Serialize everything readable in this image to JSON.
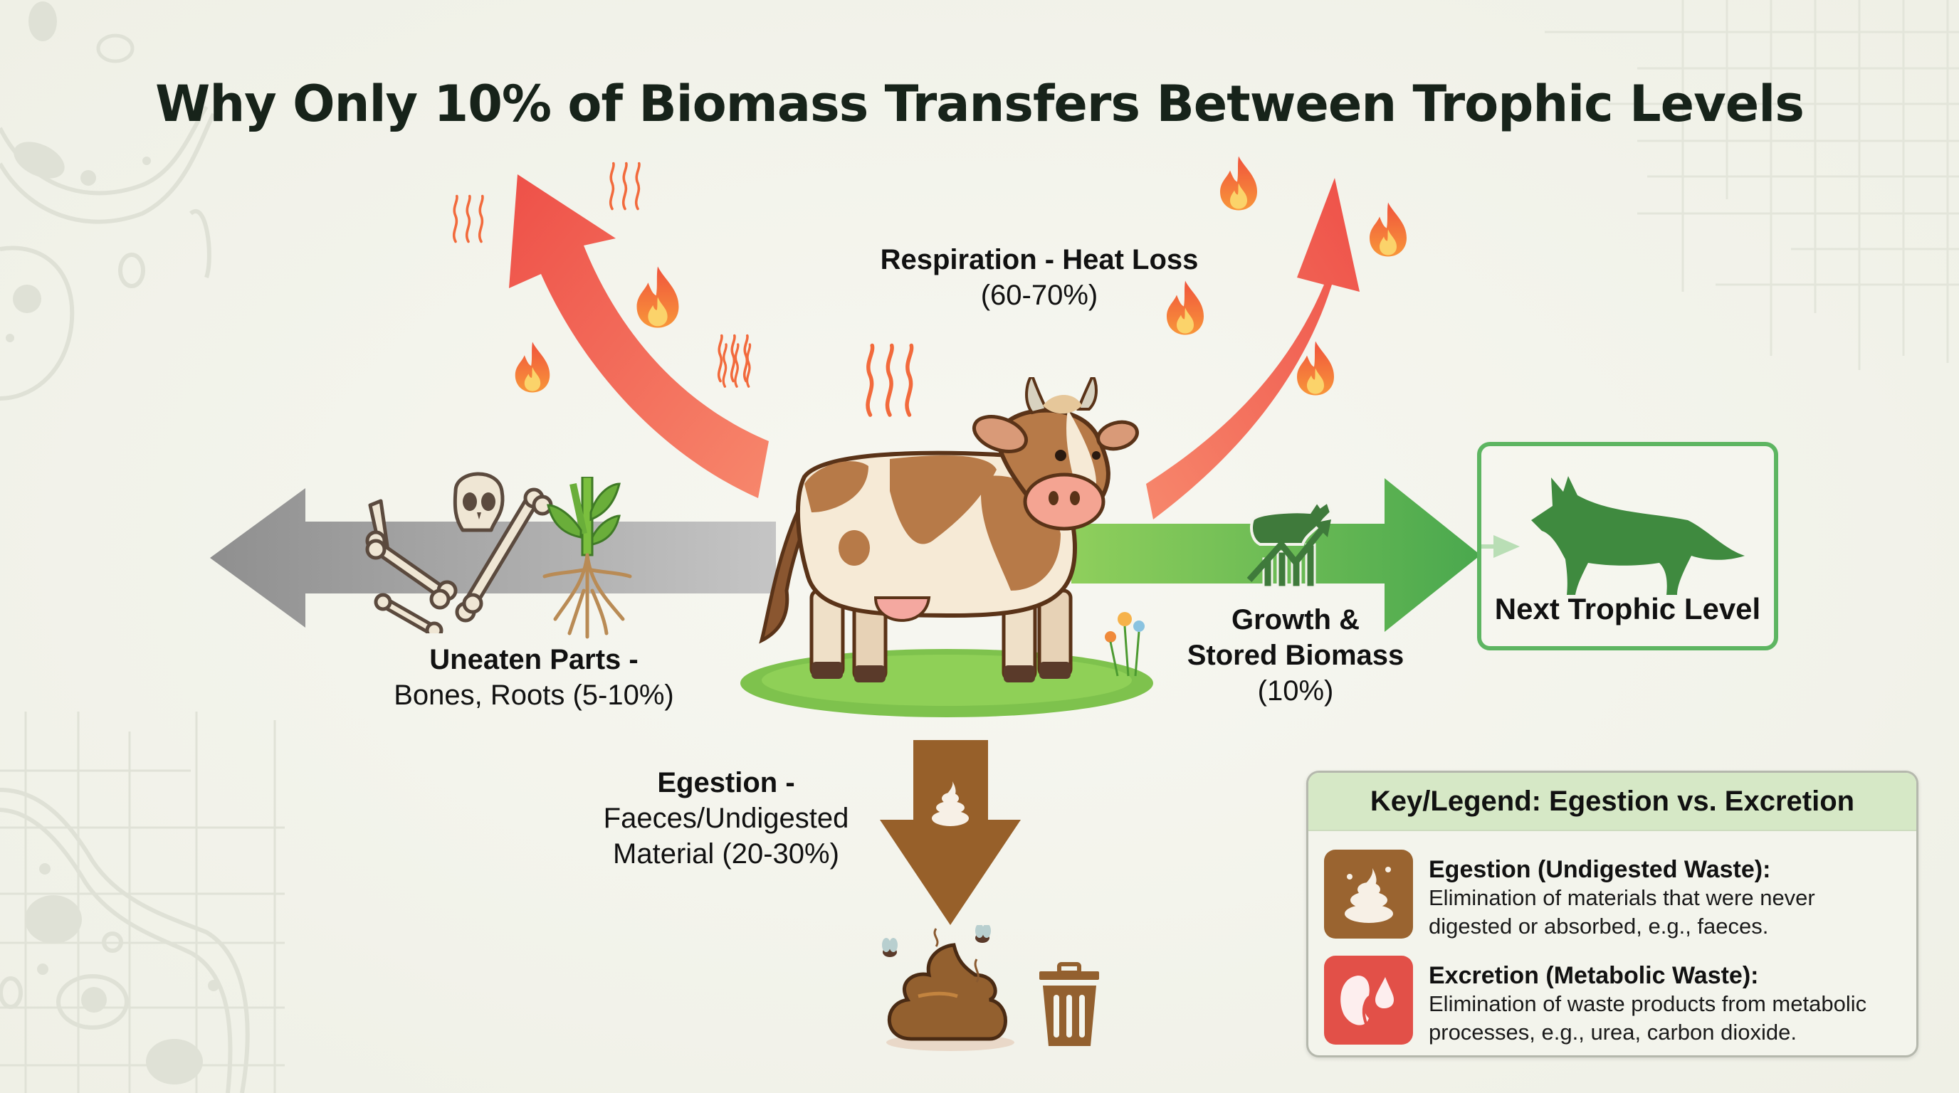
{
  "title": "Why Only 10% of Biomass Transfers Between Trophic Levels",
  "colors": {
    "background": "#f4f4ec",
    "respiration_arrow": "#ee5a50",
    "uneaten_arrow": "#9c9c9c",
    "growth_arrow": "#5cb85c",
    "egestion_arrow": "#97602a",
    "next_level_border": "#5db561",
    "legend_header": "#d6e8c6",
    "egestion_icon": "#9a6430",
    "excretion_icon": "#e25048"
  },
  "flows": {
    "respiration": {
      "label": "Respiration - Heat Loss",
      "percent": "(60-70%)",
      "icons": [
        "flame-icon",
        "heat-waves-icon"
      ]
    },
    "uneaten": {
      "label": "Uneaten Parts -",
      "detail": "Bones, Roots (5-10%)",
      "icons": [
        "bones-icon",
        "skull-icon",
        "plant-roots-icon"
      ]
    },
    "growth": {
      "label_line1": "Growth &",
      "label_line2": "Stored Biomass",
      "percent": "(10%)",
      "icons": [
        "cow-growth-chart-icon"
      ]
    },
    "egestion": {
      "label": "Egestion -",
      "detail_line1": "Faeces/Undigested",
      "detail_line2": "Material (20-30%)",
      "icons": [
        "poop-icon",
        "fly-icon",
        "trash-bin-icon"
      ]
    }
  },
  "center": {
    "organism": "cow"
  },
  "next_level": {
    "label": "Next Trophic Level",
    "organism": "fox"
  },
  "legend": {
    "title": "Key/Legend: Egestion vs. Excretion",
    "items": [
      {
        "title": "Egestion (Undigested Waste):",
        "desc_line1": "Elimination of materials that were never",
        "desc_line2": "digested or absorbed, e.g., faeces.",
        "icon": "poop-icon"
      },
      {
        "title": "Excretion (Metabolic Waste):",
        "desc_line1": "Elimination of waste products from metabolic",
        "desc_line2": "processes, e.g., urea, carbon dioxide.",
        "icon": "kidney-droplet-icon"
      }
    ]
  }
}
